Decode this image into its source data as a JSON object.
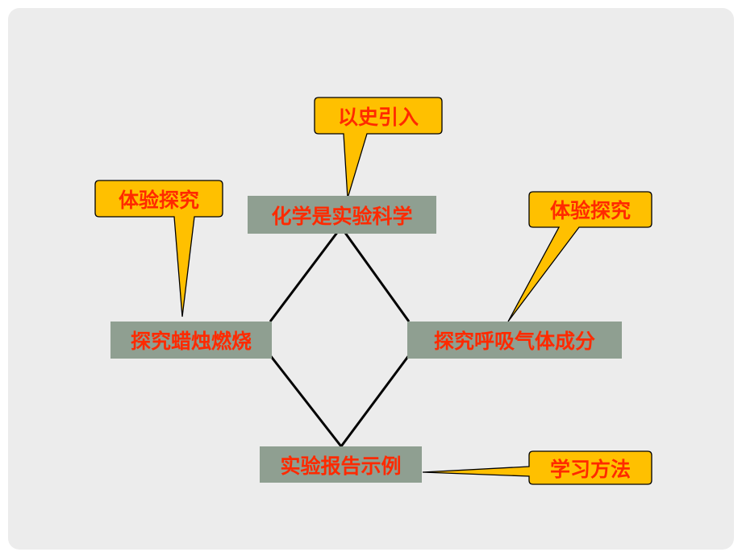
{
  "colors": {
    "slide_background": "#ececec",
    "node_fill": "#8f9f91",
    "text": "#ff2a00",
    "callout_fill": "#ffc000",
    "connector": "#000000"
  },
  "nodes": {
    "top": "化学是实验科学",
    "left": "探究蜡烛燃烧",
    "right": "探究呼吸气体成分",
    "bottom": "实验报告示例"
  },
  "callouts": {
    "top": "以史引入",
    "left": "体验探究",
    "right": "体验探究",
    "bottom": "学习方法"
  }
}
